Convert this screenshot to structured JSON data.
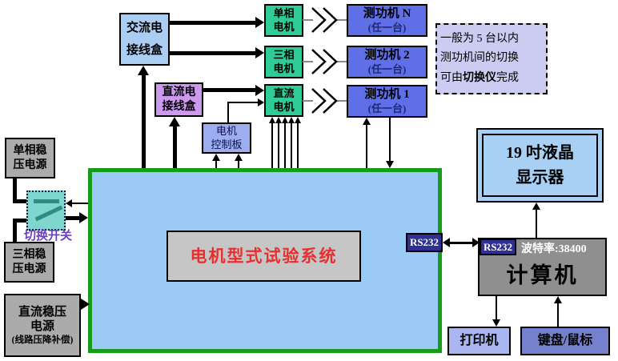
{
  "colors": {
    "main_box_fill": "#9ccaf6",
    "main_box_border": "#189a1c",
    "motor_fill": "#2fcc96",
    "dyno_fill": "#5f6fe8",
    "junction_ac_fill": "#abcdf2",
    "junction_dc_fill": "#cc99ee",
    "control_board_fill": "#9daef0",
    "power_fill": "#ababab",
    "switch_fill": "#7ed6ce",
    "note_fill": "#ccccf2",
    "rs232_fill": "#2e3193",
    "computer_fill": "#8f8f8f",
    "monitor_fill": "#a8d0f4",
    "printer_fill": "#aab6f2",
    "keyboard_fill": "#7581cc",
    "system_label_fill": "#c6c6c6",
    "system_label_text": "#e63030",
    "switch_label_text": "#6d3fc0"
  },
  "junctions": {
    "ac": {
      "line1": "交流电",
      "line2": "接线盒"
    },
    "dc": {
      "line1": "直流电",
      "line2": "接线盒"
    }
  },
  "motors": [
    {
      "line1": "单相",
      "line2": "电机"
    },
    {
      "line1": "三相",
      "line2": "电机"
    },
    {
      "line1": "直流",
      "line2": "电机"
    }
  ],
  "dynos": [
    {
      "title": "测功机 N",
      "subtitle": "(任一台)"
    },
    {
      "title": "测功机 2",
      "subtitle": "(任一台)"
    },
    {
      "title": "测功机 1",
      "subtitle": "(任一台)"
    }
  ],
  "note": {
    "line1": "一般为 5 台以内",
    "line2": "测功机间的切换",
    "line3_prefix": "可由",
    "line3_bold": "切换仪",
    "line3_suffix": "完成"
  },
  "control_board": {
    "line1": "电机",
    "line2": "控制板"
  },
  "power": {
    "single_phase": {
      "line1": "单相稳",
      "line2": "压电源"
    },
    "three_phase": {
      "line1": "三相稳",
      "line2": "压电源"
    },
    "dc": {
      "line1": "直流稳压",
      "line2": "电源",
      "line3": "(线路压降补偿)"
    }
  },
  "switch": {
    "label": "切换开关"
  },
  "system": {
    "label": "电机型式试验系统"
  },
  "rs232": {
    "system_port": "RS232",
    "computer_port": "RS232",
    "baud": "波特率:38400"
  },
  "computer": {
    "label": "计算机"
  },
  "monitor": {
    "line1": "19 吋液晶",
    "line2": "显示器"
  },
  "printer": {
    "label": "打印机"
  },
  "keyboard_mouse": {
    "label": "键盘/鼠标"
  }
}
